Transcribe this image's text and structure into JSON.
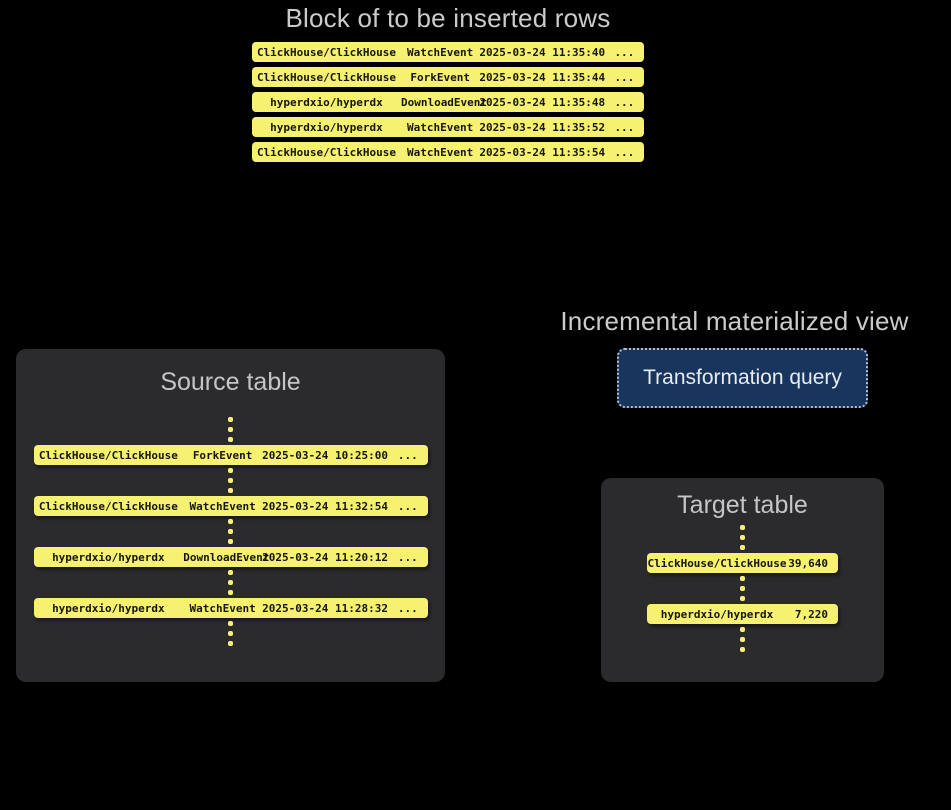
{
  "colors": {
    "background": "#000000",
    "panel_bg": "#2b2b2e",
    "row_yellow": "#f6f170",
    "row_text": "#16160a",
    "title_gray": "#c7c8ca",
    "button_bg": "#17355d",
    "button_border": "#b7bcc6",
    "button_text": "#e8ebf1"
  },
  "insert_block": {
    "title": "Block of to be inserted rows",
    "rows": [
      {
        "repo": "ClickHouse/ClickHouse",
        "event": "WatchEvent",
        "timestamp": "2025-03-24 11:35:40",
        "more": "..."
      },
      {
        "repo": "ClickHouse/ClickHouse",
        "event": "ForkEvent",
        "timestamp": "2025-03-24 11:35:44",
        "more": "..."
      },
      {
        "repo": "hyperdxio/hyperdx",
        "event": "DownloadEvent",
        "timestamp": "2025-03-24 11:35:48",
        "more": "..."
      },
      {
        "repo": "hyperdxio/hyperdx",
        "event": "WatchEvent",
        "timestamp": "2025-03-24 11:35:52",
        "more": "..."
      },
      {
        "repo": "ClickHouse/ClickHouse",
        "event": "WatchEvent",
        "timestamp": "2025-03-24 11:35:54",
        "more": "..."
      }
    ]
  },
  "source_table": {
    "title": "Source table",
    "rows": [
      {
        "repo": "ClickHouse/ClickHouse",
        "event": "ForkEvent",
        "timestamp": "2025-03-24 10:25:00",
        "more": "..."
      },
      {
        "repo": "ClickHouse/ClickHouse",
        "event": "WatchEvent",
        "timestamp": "2025-03-24 11:32:54",
        "more": "..."
      },
      {
        "repo": "hyperdxio/hyperdx",
        "event": "DownloadEvent",
        "timestamp": "2025-03-24 11:20:12",
        "more": "..."
      },
      {
        "repo": "hyperdxio/hyperdx",
        "event": "WatchEvent",
        "timestamp": "2025-03-24 11:28:32",
        "more": "..."
      }
    ]
  },
  "materialized_view": {
    "title": "Incremental materialized view",
    "button_label": "Transformation query"
  },
  "target_table": {
    "title": "Target table",
    "rows": [
      {
        "repo": "ClickHouse/ClickHouse",
        "count": "39,640"
      },
      {
        "repo": "hyperdxio/hyperdx",
        "count": "7,220"
      }
    ]
  }
}
